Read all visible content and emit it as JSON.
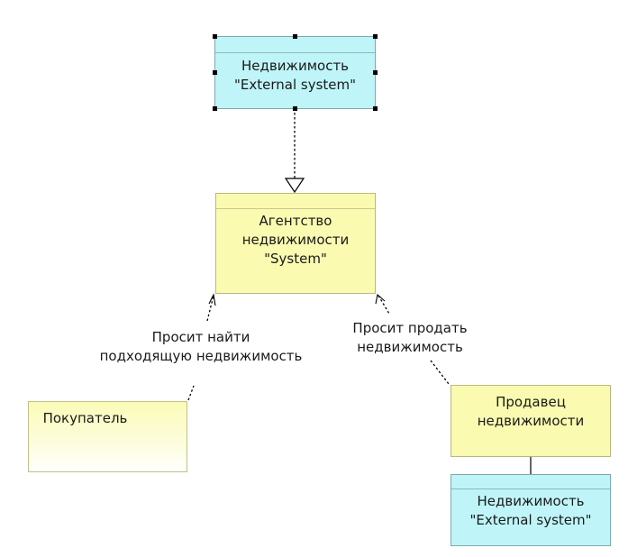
{
  "nodes": {
    "realty_top": {
      "line1": "Недвижимость",
      "line2": "\"External system\""
    },
    "agency": {
      "line1": "Агентство",
      "line2": "недвижимости",
      "line3": "\"System\""
    },
    "buyer": {
      "line1": "Покупатель"
    },
    "seller": {
      "line1": "Продавец",
      "line2": "недвижимости"
    },
    "realty_bottom": {
      "line1": "Недвижимость",
      "line2": "\"External system\""
    }
  },
  "edges": {
    "buyer_to_agency": {
      "line1": "Просит найти",
      "line2": "подходящую недвижимость"
    },
    "seller_to_agency": {
      "line1": "Просит продать",
      "line2": "недвижимость"
    }
  },
  "colors": {
    "external_system": "#bff5f8",
    "system": "#fafab0",
    "actor": "#fbfbb8"
  }
}
